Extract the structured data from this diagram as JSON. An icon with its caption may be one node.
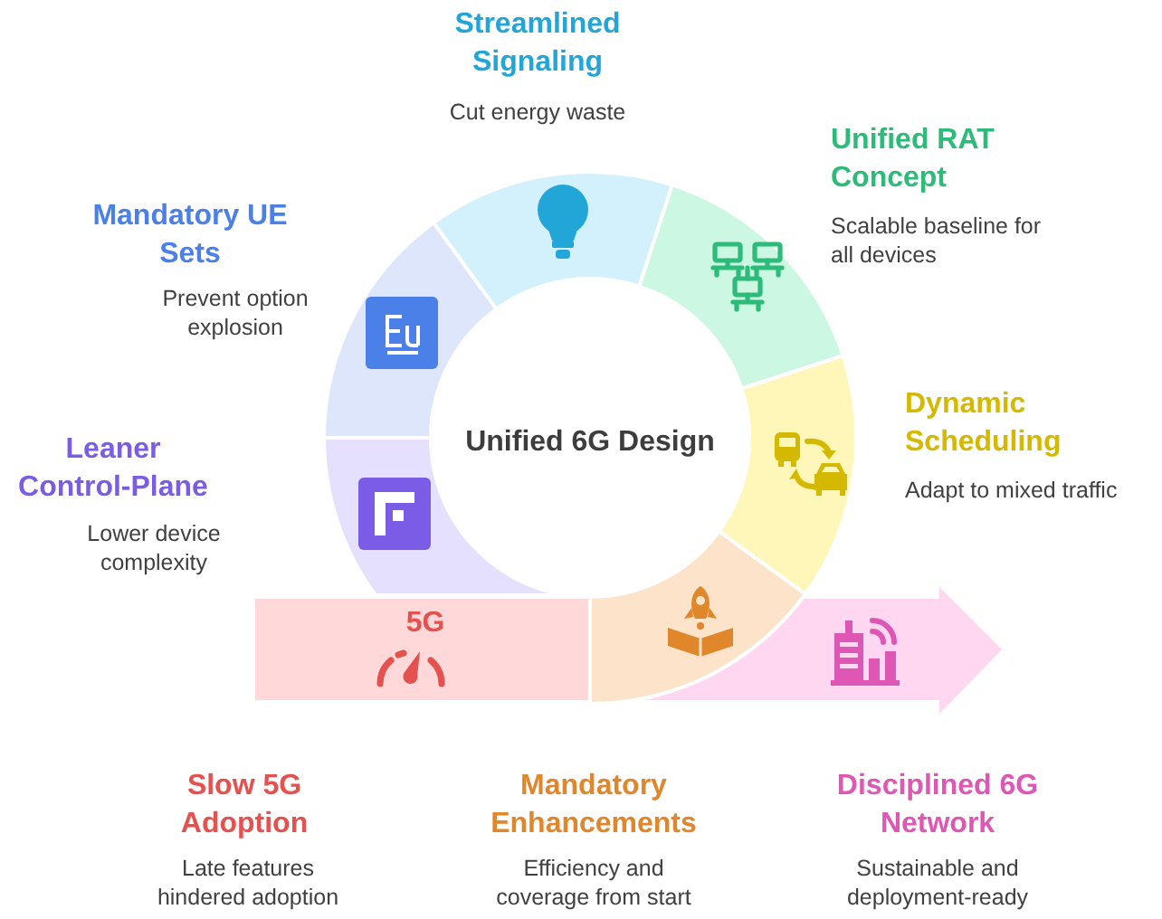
{
  "diagram": {
    "nodes": [
      {
        "text": [
          "Streamlined Signaling",
          "Cut energy waste"
        ]
      },
      {
        "text": [
          "Mandatory UE Sets",
          "Prevent option explosion"
        ]
      },
      {
        "text": [
          "Unified RAT Concept",
          "Scalable baseline for all devices"
        ]
      },
      {
        "text": [
          "Unified 6G Design"
        ]
      },
      {
        "text": [
          "Leaner Control-Plane",
          "Lower device complexity"
        ]
      },
      {
        "text": [
          "Dynamic Scheduling",
          "Adapt to mixed traffic"
        ]
      },
      {
        "text": [
          "5G",
          "Slow 5G Adoption",
          "Late features hindered adoption"
        ]
      },
      {
        "text": [
          "Mandatory Enhancements",
          "Efficiency and coverage from start"
        ]
      },
      {
        "text": [
          "Disciplined 6G Network",
          "Sustainable and deployment-ready"
        ]
      }
    ]
  }
}
